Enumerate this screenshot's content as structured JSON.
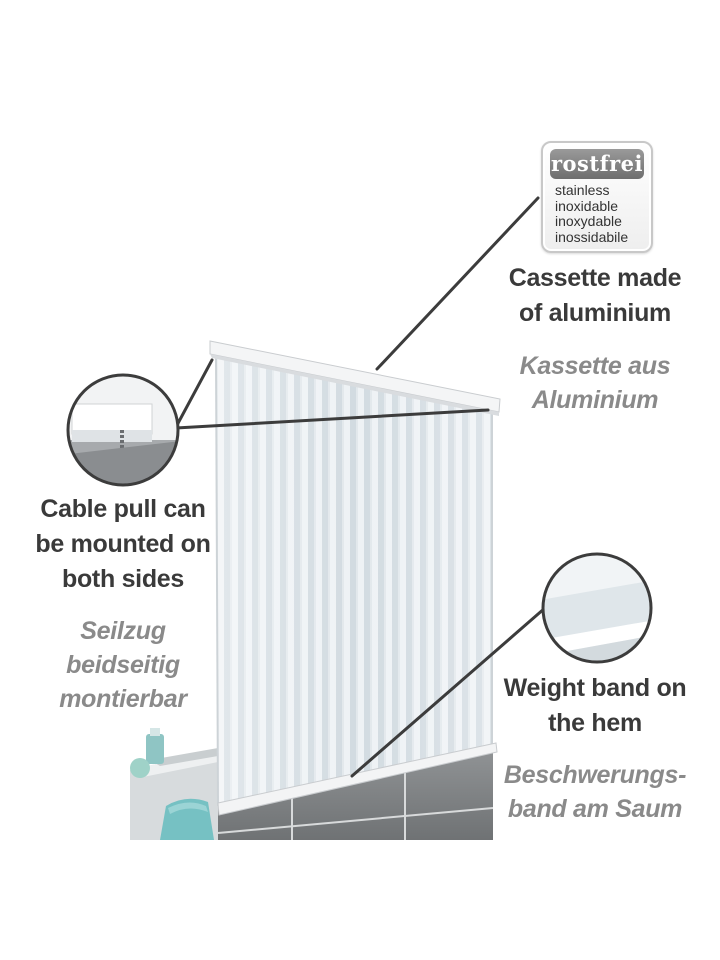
{
  "badge": {
    "title": "rostfrei",
    "lines": [
      "stainless",
      "inoxidable",
      "inoxydable",
      "inossidabile"
    ]
  },
  "callouts": {
    "cassette": {
      "en": [
        "Cassette made",
        "of aluminium"
      ],
      "de": [
        "Kassette aus",
        "Aluminium"
      ]
    },
    "cable": {
      "en": [
        "Cable pull can",
        "be mounted on",
        "both sides"
      ],
      "de": [
        "Seilzug",
        "beidseitig",
        "montierbar"
      ]
    },
    "weight": {
      "en": [
        "Weight band on",
        "the hem"
      ],
      "de": [
        "Beschwerungs-",
        "band am Saum"
      ]
    }
  },
  "colors": {
    "heading": "#3a3a3a",
    "subheading": "#8a8a8a",
    "leader_line": "#3c3c3c"
  }
}
